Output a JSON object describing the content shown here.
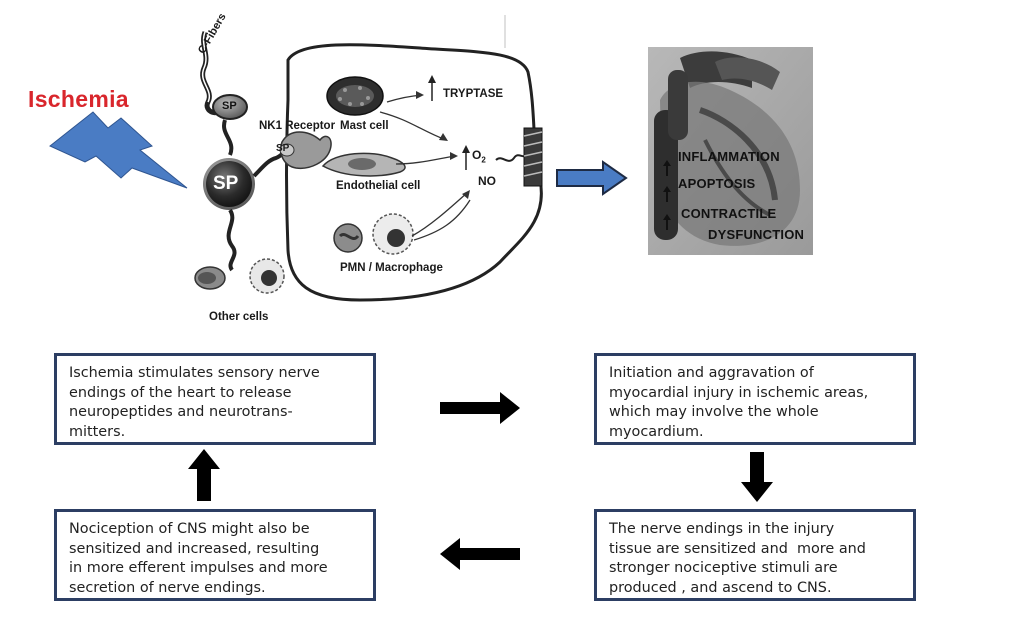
{
  "illustration": {
    "ischemia": "Ischemia",
    "c_fibers": "C-Fibers",
    "sp_small": "SP",
    "sp_big": "SP",
    "sp_receptor": "SP",
    "nk1_receptor": "NK1 Receptor",
    "mast_cell": "Mast cell",
    "tryptase": "TRYPTASE",
    "o2": "O",
    "o2_sub": "2",
    "no": "NO",
    "endothelial_cell": "Endothelial cell",
    "pmn_macrophage": "PMN / Macrophage",
    "other_cells": "Other cells"
  },
  "heart": {
    "line1": "INFLAMMATION",
    "line2": "APOPTOSIS",
    "line3": "CONTRACTILE",
    "line4": "DYSFUNCTION"
  },
  "boxes": {
    "top_left": [
      "Ischemia stimulates sensory nerve",
      "endings of the heart to release",
      "neuropeptides and neurotrans-",
      "mitters."
    ],
    "top_right": [
      "Initiation and aggravation of",
      "myocardial injury in ischemic areas,",
      "which may involve the whole",
      "myocardium."
    ],
    "bottom_right": [
      "The nerve endings in the injury",
      "tissue are sensitized and  more and",
      "stronger nociceptive stimuli are",
      "produced , and ascend to CNS."
    ],
    "bottom_left": [
      "Nociception of CNS might also be",
      "sensitized and increased, resulting",
      "in more efferent impulses and more",
      "secretion of nerve endings."
    ]
  },
  "colors": {
    "ischemia_red": "#d9262c",
    "bolt_blue": "#4a7cc4",
    "box_border": "#2c3e63"
  }
}
